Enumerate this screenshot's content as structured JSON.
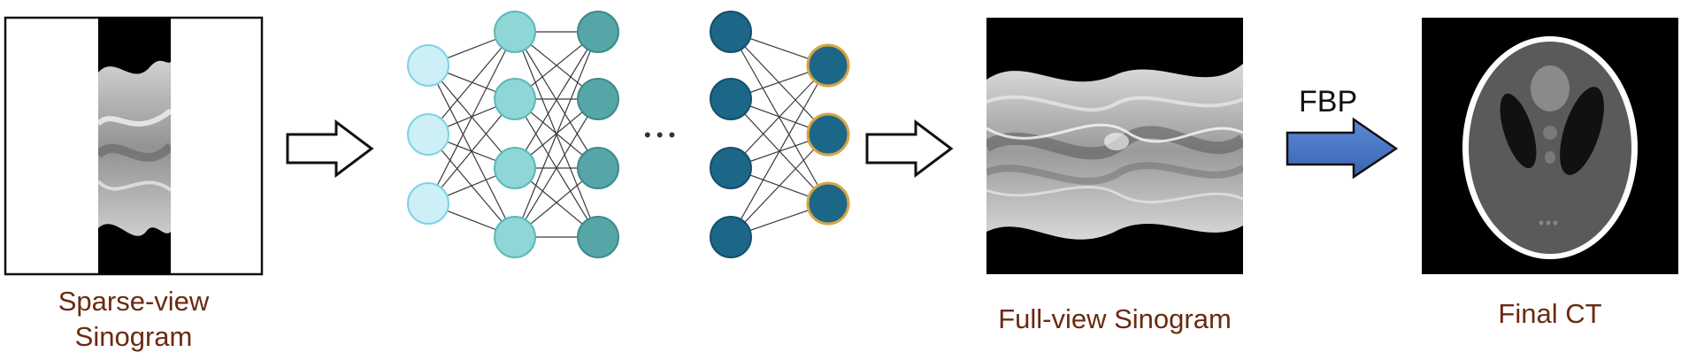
{
  "captions": {
    "sparse_line1": "Sparse-view",
    "sparse_line2": "Sinogram",
    "full": "Full-view Sinogram",
    "final": "Final CT"
  },
  "fbp_label": "FBP",
  "network": {
    "layers": [
      {
        "nodes": 3,
        "color": "#cdeff6",
        "stroke": "#7fd3e6"
      },
      {
        "nodes": 4,
        "color": "#8fd6d6",
        "stroke": "#5bb9bb"
      },
      {
        "nodes": 4,
        "color": "#56a6a8",
        "stroke": "#3d8a8c"
      },
      {
        "nodes": 4,
        "color": "#1c6788",
        "stroke": "#154f69"
      },
      {
        "nodes": 3,
        "color": "#1c6788",
        "stroke": "#d9a445"
      }
    ],
    "ellipsis": "• • •"
  },
  "colors": {
    "caption": "#6b2a10",
    "fbp_arrow": "#4472c4",
    "outline_arrow": "#111111"
  }
}
